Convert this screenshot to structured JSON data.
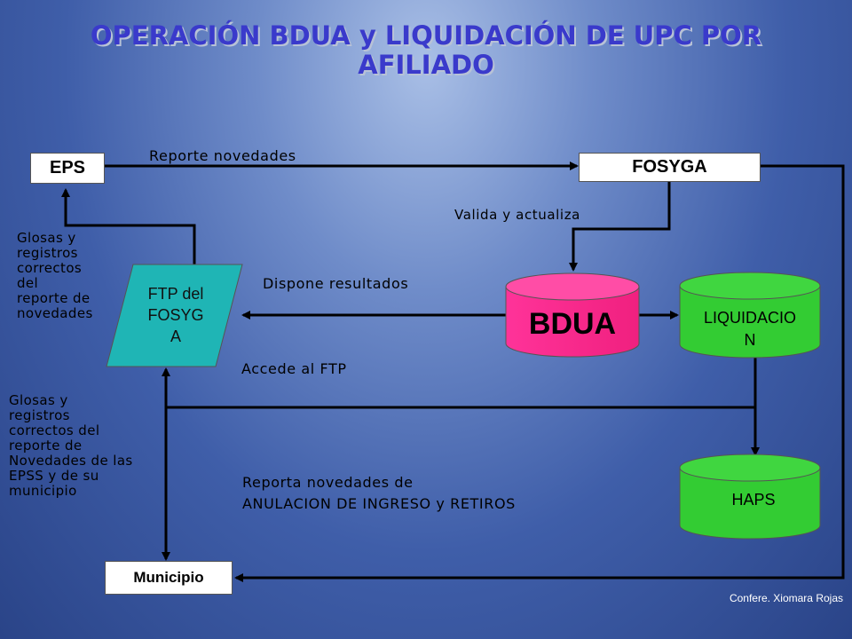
{
  "title_line1": "OPERACIÓN BDUA y LIQUIDACIÓN DE UPC POR",
  "title_line2": "AFILIADO",
  "nodes": {
    "eps": "EPS",
    "fosyga": "FOSYGA",
    "ftp_line1": "FTP del",
    "ftp_line2": "FOSYG",
    "ftp_line3": "A",
    "bdua": "BDUA",
    "liq_line1": "LIQUIDACIO",
    "liq_line2": "N",
    "haps": "HAPS",
    "municipio": "Municipio"
  },
  "labels": {
    "reporte_novedades": "Reporte novedades",
    "valida": "Valida y actualiza",
    "dispone": "Dispone resultados",
    "accede": "Accede al FTP",
    "reporta_line1": "Reporta novedades de",
    "reporta_line2": "ANULACION DE INGRESO y RETIROS"
  },
  "side_notes": {
    "eps_note": [
      "Glosas y",
      "registros",
      "correctos",
      "del",
      "reporte de",
      "novedades"
    ],
    "mun_note": [
      "Glosas y",
      "registros",
      "correctos del",
      "reporte de",
      "Novedades de las",
      "EPSS y de su",
      "municipio"
    ]
  },
  "credit": "Confere. Xiomara Rojas",
  "colors": {
    "title": "#3a3acb",
    "ftp": "#1fb5b5",
    "bdua": "#ff3399",
    "green": "#33cc33"
  }
}
